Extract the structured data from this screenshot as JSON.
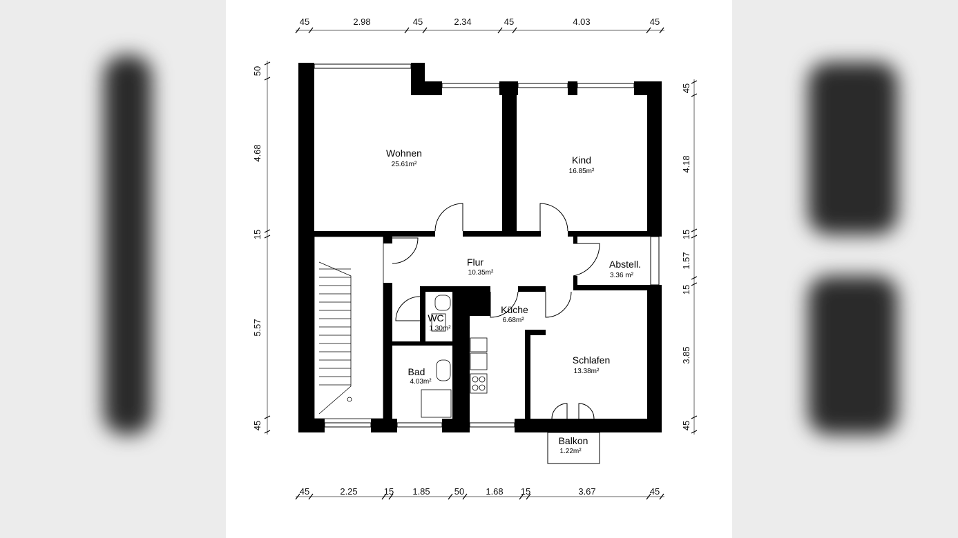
{
  "dimensions": {
    "top": [
      "45",
      "2.98",
      "45",
      "2.34",
      "45",
      "4.03",
      "45"
    ],
    "bottom": [
      "45",
      "2.25",
      "15",
      "1.85",
      "50",
      "1.68",
      "15",
      "3.67",
      "45"
    ],
    "left": [
      "50",
      "4.68",
      "15",
      "5.57",
      "45"
    ],
    "right": [
      "45",
      "4.18",
      "15",
      "1.57",
      "15",
      "3.85",
      "45"
    ]
  },
  "rooms": {
    "wohnen": {
      "name": "Wohnen",
      "area": "25.61m²"
    },
    "kind": {
      "name": "Kind",
      "area": "16.85m²"
    },
    "flur": {
      "name": "Flur",
      "area": "10.35m²"
    },
    "abstell": {
      "name": "Abstell.",
      "area": "3.36 m²"
    },
    "wc": {
      "name": "WC",
      "area": "1.30m²"
    },
    "kueche": {
      "name": "Küche",
      "area": "6.68m²"
    },
    "bad": {
      "name": "Bad",
      "area": "4.03m²"
    },
    "schlafen": {
      "name": "Schlafen",
      "area": "13.38m²"
    },
    "balkon": {
      "name": "Balkon",
      "area": "1.22m²"
    }
  },
  "colors": {
    "wall": "#000000",
    "window": "#ffffff",
    "dimension_line": "#aaaaaa"
  }
}
